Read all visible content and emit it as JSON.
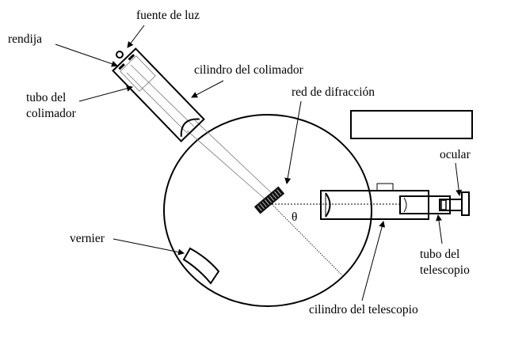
{
  "labels": {
    "light_source": "fuente de luz",
    "slit": "rendija",
    "collimator_cylinder": "cilindro del colimador",
    "collimator_tube_1": "tubo del",
    "collimator_tube_2": "colimador",
    "grating": "red de difracción",
    "eyepiece": "ocular",
    "vernier": "vernier",
    "telescope_tube_1": "tubo del",
    "telescope_tube_2": "telescopio",
    "telescope_cylinder": "cilindro del telescopio",
    "angle": "θ"
  }
}
